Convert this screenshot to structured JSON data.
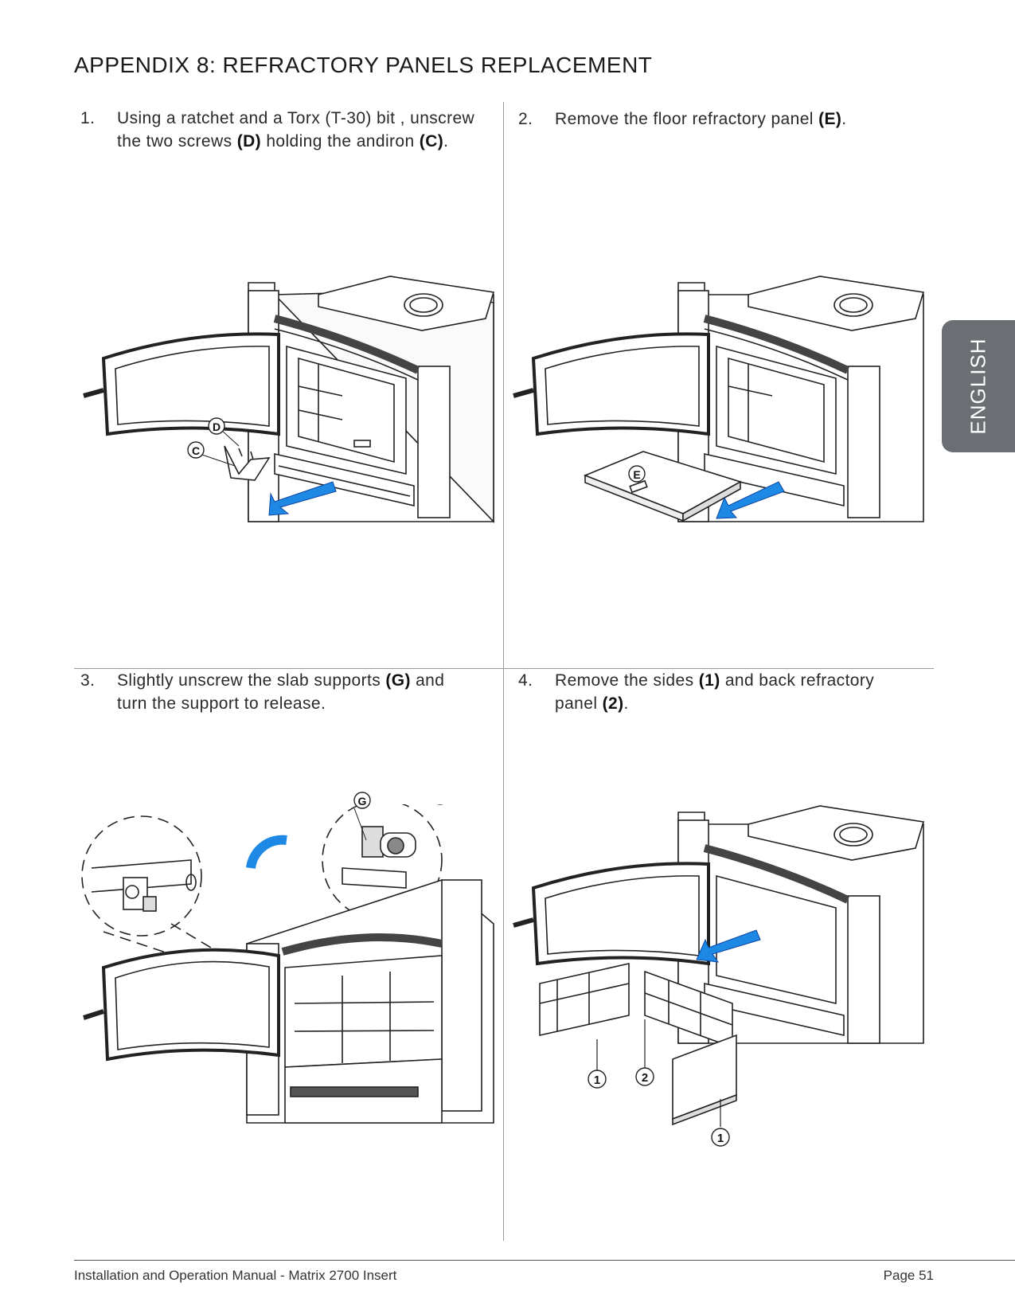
{
  "title": "APPENDIX 8:  REFRACTORY PANELS REPLACEMENT",
  "steps": [
    {
      "num": "1.",
      "line1": "Using a ratchet and a Torx (T-30) bit , unscrew",
      "line2_a": "the two screws ",
      "line2_b": "(D)",
      "line2_c": " holding the andiron ",
      "line2_d": "(C)",
      "line2_e": "."
    },
    {
      "num": "2.",
      "line1_a": "Remove the floor refractory panel ",
      "line1_b": "(E)",
      "line1_c": "."
    },
    {
      "num": "3.",
      "line1_a": "Slightly unscrew the slab supports ",
      "line1_b": "(G)",
      "line1_c": " and",
      "line2": "turn the support to release."
    },
    {
      "num": "4.",
      "line1_a": "Remove the sides ",
      "line1_b": "(1)",
      "line1_c": " and back refractory",
      "line2_a": "panel ",
      "line2_b": "(2)",
      "line2_c": "."
    }
  ],
  "callouts": {
    "fig1": [
      "D",
      "C"
    ],
    "fig2": [
      "E"
    ],
    "fig3": [
      "G"
    ],
    "fig4": [
      "1",
      "2",
      "1"
    ]
  },
  "language_tab": "ENGLISH",
  "footer": {
    "left": "Installation and Operation Manual - Matrix 2700 Insert",
    "right": "Page 51"
  },
  "colors": {
    "arrow": "#1e88e5",
    "tab": "#6b6e72"
  }
}
